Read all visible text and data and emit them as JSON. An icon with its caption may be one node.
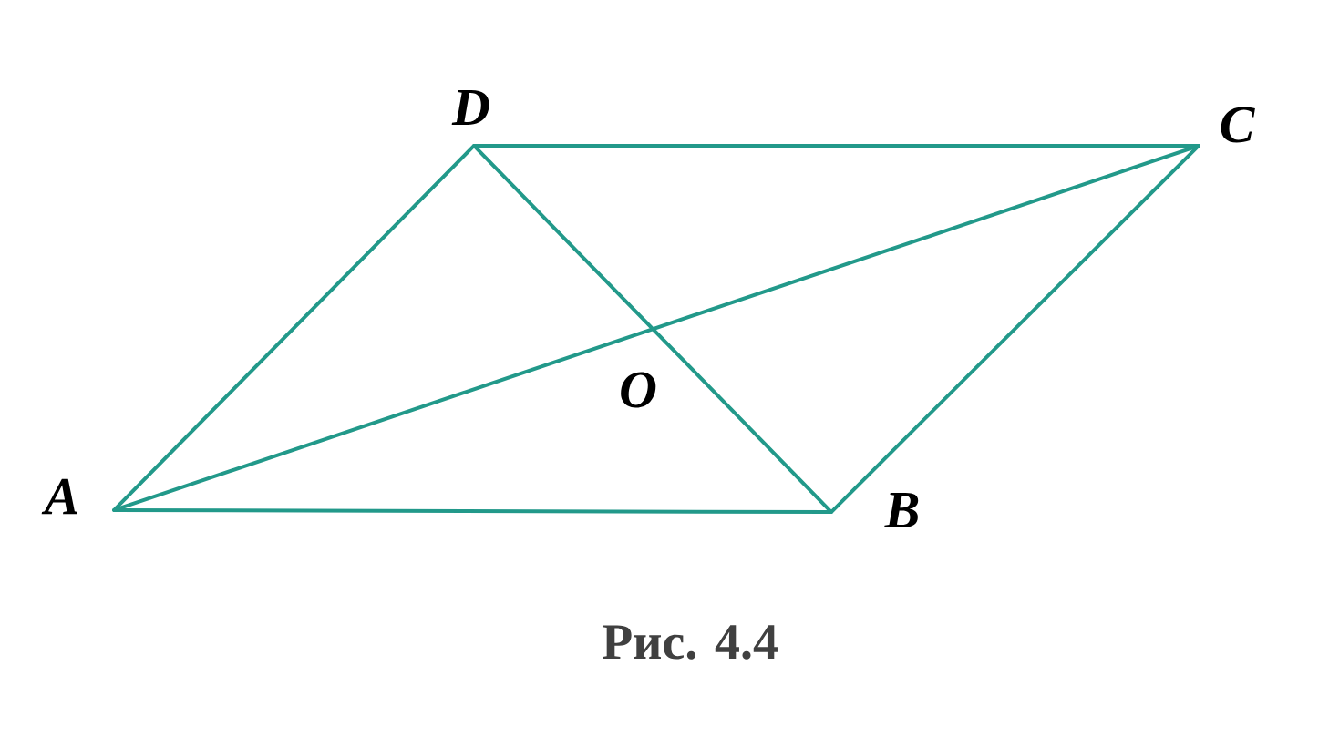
{
  "diagram": {
    "caption": "Рис. 4.4",
    "nodes": [
      {
        "text": [],
        "shape": "point",
        "beside": [
          "A"
        ]
      },
      {
        "text": [],
        "shape": "point",
        "beside": [
          "B"
        ]
      },
      {
        "text": [],
        "shape": "point",
        "beside": [
          "C"
        ]
      },
      {
        "text": [],
        "shape": "point",
        "beside": [
          "D"
        ]
      }
    ],
    "edges": [
      {
        "from": 0,
        "to": 1,
        "arrow": "none"
      },
      {
        "from": 1,
        "to": 2,
        "arrow": "none"
      },
      {
        "from": 2,
        "to": 3,
        "arrow": "none"
      },
      {
        "from": 3,
        "to": 0,
        "arrow": "none"
      },
      {
        "from": 0,
        "to": 2,
        "arrow": "none"
      },
      {
        "from": 1,
        "to": 3,
        "arrow": "none"
      }
    ],
    "labels": [
      "O"
    ]
  }
}
